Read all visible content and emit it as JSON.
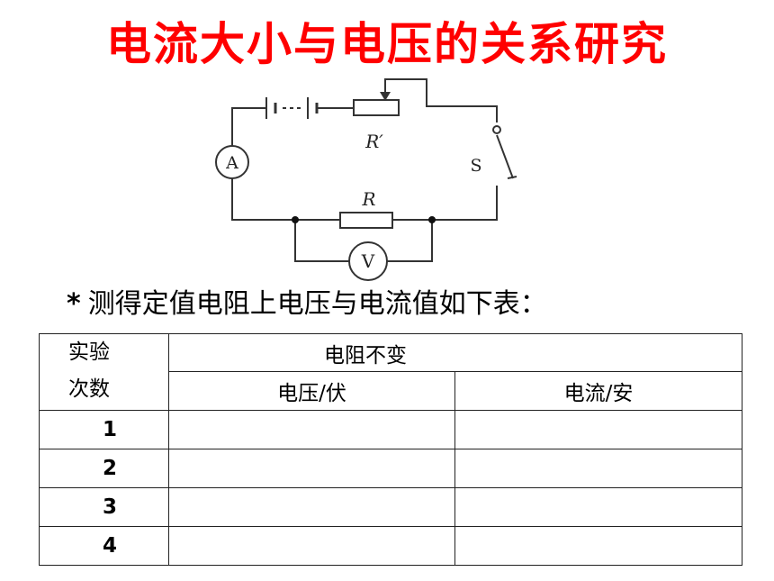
{
  "title": "电流大小与电压的关系研究",
  "circuit": {
    "labels": {
      "ammeter": "A",
      "voltmeter": "V",
      "switch": "S",
      "rheostat": "R′",
      "resistor": "R"
    }
  },
  "note": {
    "marker": "*",
    "text": "测得定值电阻上电压与电流值如下表："
  },
  "table": {
    "header_trial_line1": "实验",
    "header_trial_line2": "次数",
    "header_constant": "电阻不变",
    "col_voltage": "电压/伏",
    "col_current": "电流/安",
    "rows": [
      {
        "trial": "1",
        "voltage": "",
        "current": ""
      },
      {
        "trial": "2",
        "voltage": "",
        "current": ""
      },
      {
        "trial": "3",
        "voltage": "",
        "current": ""
      },
      {
        "trial": "4",
        "voltage": "",
        "current": ""
      }
    ]
  }
}
